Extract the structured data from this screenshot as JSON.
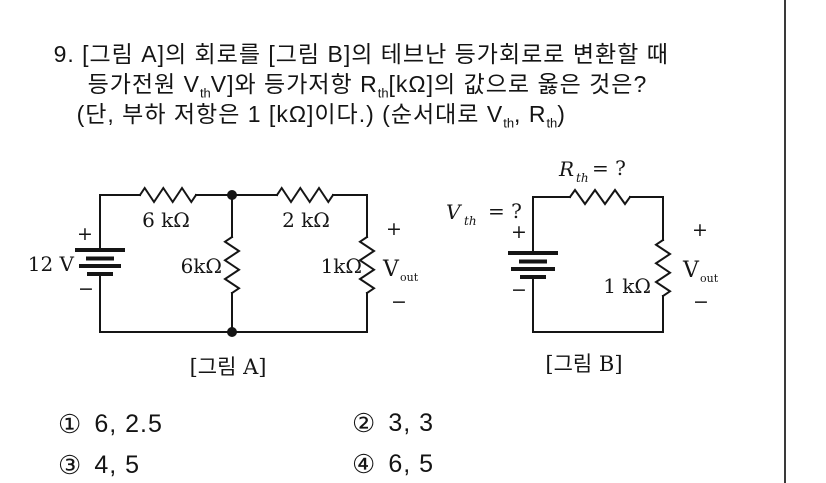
{
  "question": {
    "line1": "9. [그림 A]의 회로를 [그림 B]의 테브난 등가회로로 변환할 때",
    "line2": [
      {
        "t": "등가전원 V"
      },
      {
        "t": "th"
      },
      {
        "t": "V]와 등가저항 R"
      },
      {
        "t": "th"
      },
      {
        "t": "[kΩ]의 값으로 옳은 것은?"
      }
    ],
    "line3": [
      {
        "t": "(단, 부하 저항은 1 [kΩ]이다.) (순서대로 V"
      },
      {
        "t": "th"
      },
      {
        "t": ", R"
      },
      {
        "t": "th"
      },
      {
        "t": ")"
      }
    ]
  },
  "circuit_a": {
    "caption": "[그림 A]",
    "source_label": "12 V",
    "source_plus": "+",
    "source_minus": "−",
    "r_top_left": "6 kΩ",
    "r_top_right": "2 kΩ",
    "r_middle": "6kΩ",
    "r_right": "1kΩ",
    "vout_plus": "+",
    "vout_main": "V",
    "vout_sub": "out",
    "vout_minus": "−"
  },
  "circuit_b": {
    "caption": "[그림 B]",
    "rth_var": "R",
    "rth_sub": "th",
    "rth_value": "= ?",
    "vth_var": "V",
    "vth_sub": "th",
    "vth_value": "= ?",
    "source_plus": "+",
    "source_minus": "−",
    "r_load": "1 kΩ",
    "vout_plus": "+",
    "vout_main": "V",
    "vout_sub": "out",
    "vout_minus": "−"
  },
  "choices": [
    {
      "marker": "①",
      "text": "6, 2.5"
    },
    {
      "marker": "②",
      "text": "3, 3"
    },
    {
      "marker": "③",
      "text": "4, 5"
    },
    {
      "marker": "④",
      "text": "6, 5"
    }
  ]
}
